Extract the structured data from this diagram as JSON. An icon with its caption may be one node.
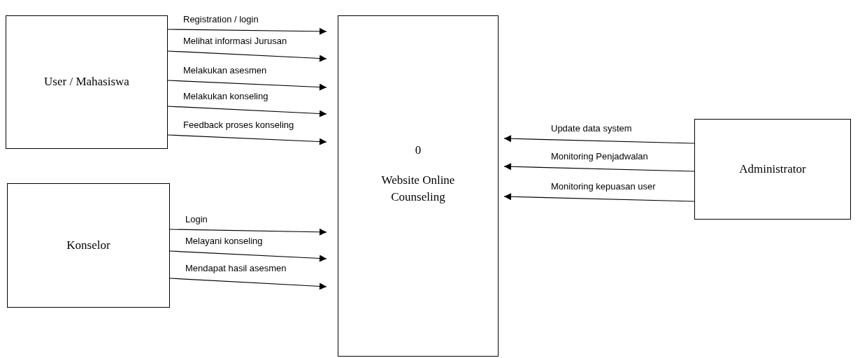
{
  "diagram": {
    "nodes": [
      {
        "text": [
          "User / Mahasiswa"
        ]
      },
      {
        "text": [
          "Konselor"
        ]
      },
      {
        "text": [
          "0",
          "Website Online Counseling"
        ]
      },
      {
        "text": [
          "Administrator"
        ]
      }
    ],
    "edges": [
      {
        "from": 0,
        "to": 2,
        "arrow": "to",
        "label": "Registration / login"
      },
      {
        "from": 0,
        "to": 2,
        "arrow": "to",
        "label": "Melihat informasi Jurusan"
      },
      {
        "from": 0,
        "to": 2,
        "arrow": "to",
        "label": "Melakukan asesmen"
      },
      {
        "from": 0,
        "to": 2,
        "arrow": "to",
        "label": "Melakukan konseling"
      },
      {
        "from": 0,
        "to": 2,
        "arrow": "to",
        "label": "Feedback proses konseling"
      },
      {
        "from": 1,
        "to": 2,
        "arrow": "to",
        "label": "Login"
      },
      {
        "from": 1,
        "to": 2,
        "arrow": "to",
        "label": "Melayani konseling"
      },
      {
        "from": 1,
        "to": 2,
        "arrow": "to",
        "label": "Mendapat hasil asesmen"
      },
      {
        "from": 3,
        "to": 2,
        "arrow": "to",
        "label": "Update data system"
      },
      {
        "from": 3,
        "to": 2,
        "arrow": "to",
        "label": "Monitoring Penjadwalan"
      },
      {
        "from": 3,
        "to": 2,
        "arrow": "to",
        "label": "Monitoring kepuasan user"
      }
    ]
  }
}
